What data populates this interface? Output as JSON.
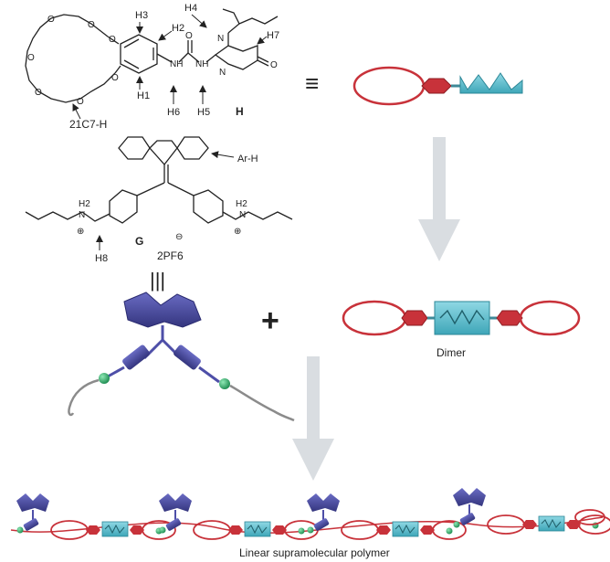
{
  "host_labels": {
    "H3": "H3",
    "H2": "H2",
    "H4": "H4",
    "H7": "H7",
    "H1": "H1",
    "H6": "H6",
    "H5": "H5",
    "crown": "21C7-H",
    "host": "H"
  },
  "guest_labels": {
    "ArH": "Ar-H",
    "H8": "H8",
    "guest": "G",
    "counterion": "2PF6",
    "nh2_left": "H2",
    "nh2_right": "H2"
  },
  "symbols": {
    "equiv": "≡",
    "triple": "|||",
    "plus": "+"
  },
  "captions": {
    "dimer": "Dimer",
    "polymer": "Linear supramolecular polymer"
  },
  "colors": {
    "ring": "#c8323a",
    "ureidopyrimidinone": "#5fc1d1",
    "fluorene": "#4e4fa8",
    "ammonium_bead": "#2fa86a",
    "arrow": "#d9dde1",
    "chain": "#8b8b8b"
  }
}
